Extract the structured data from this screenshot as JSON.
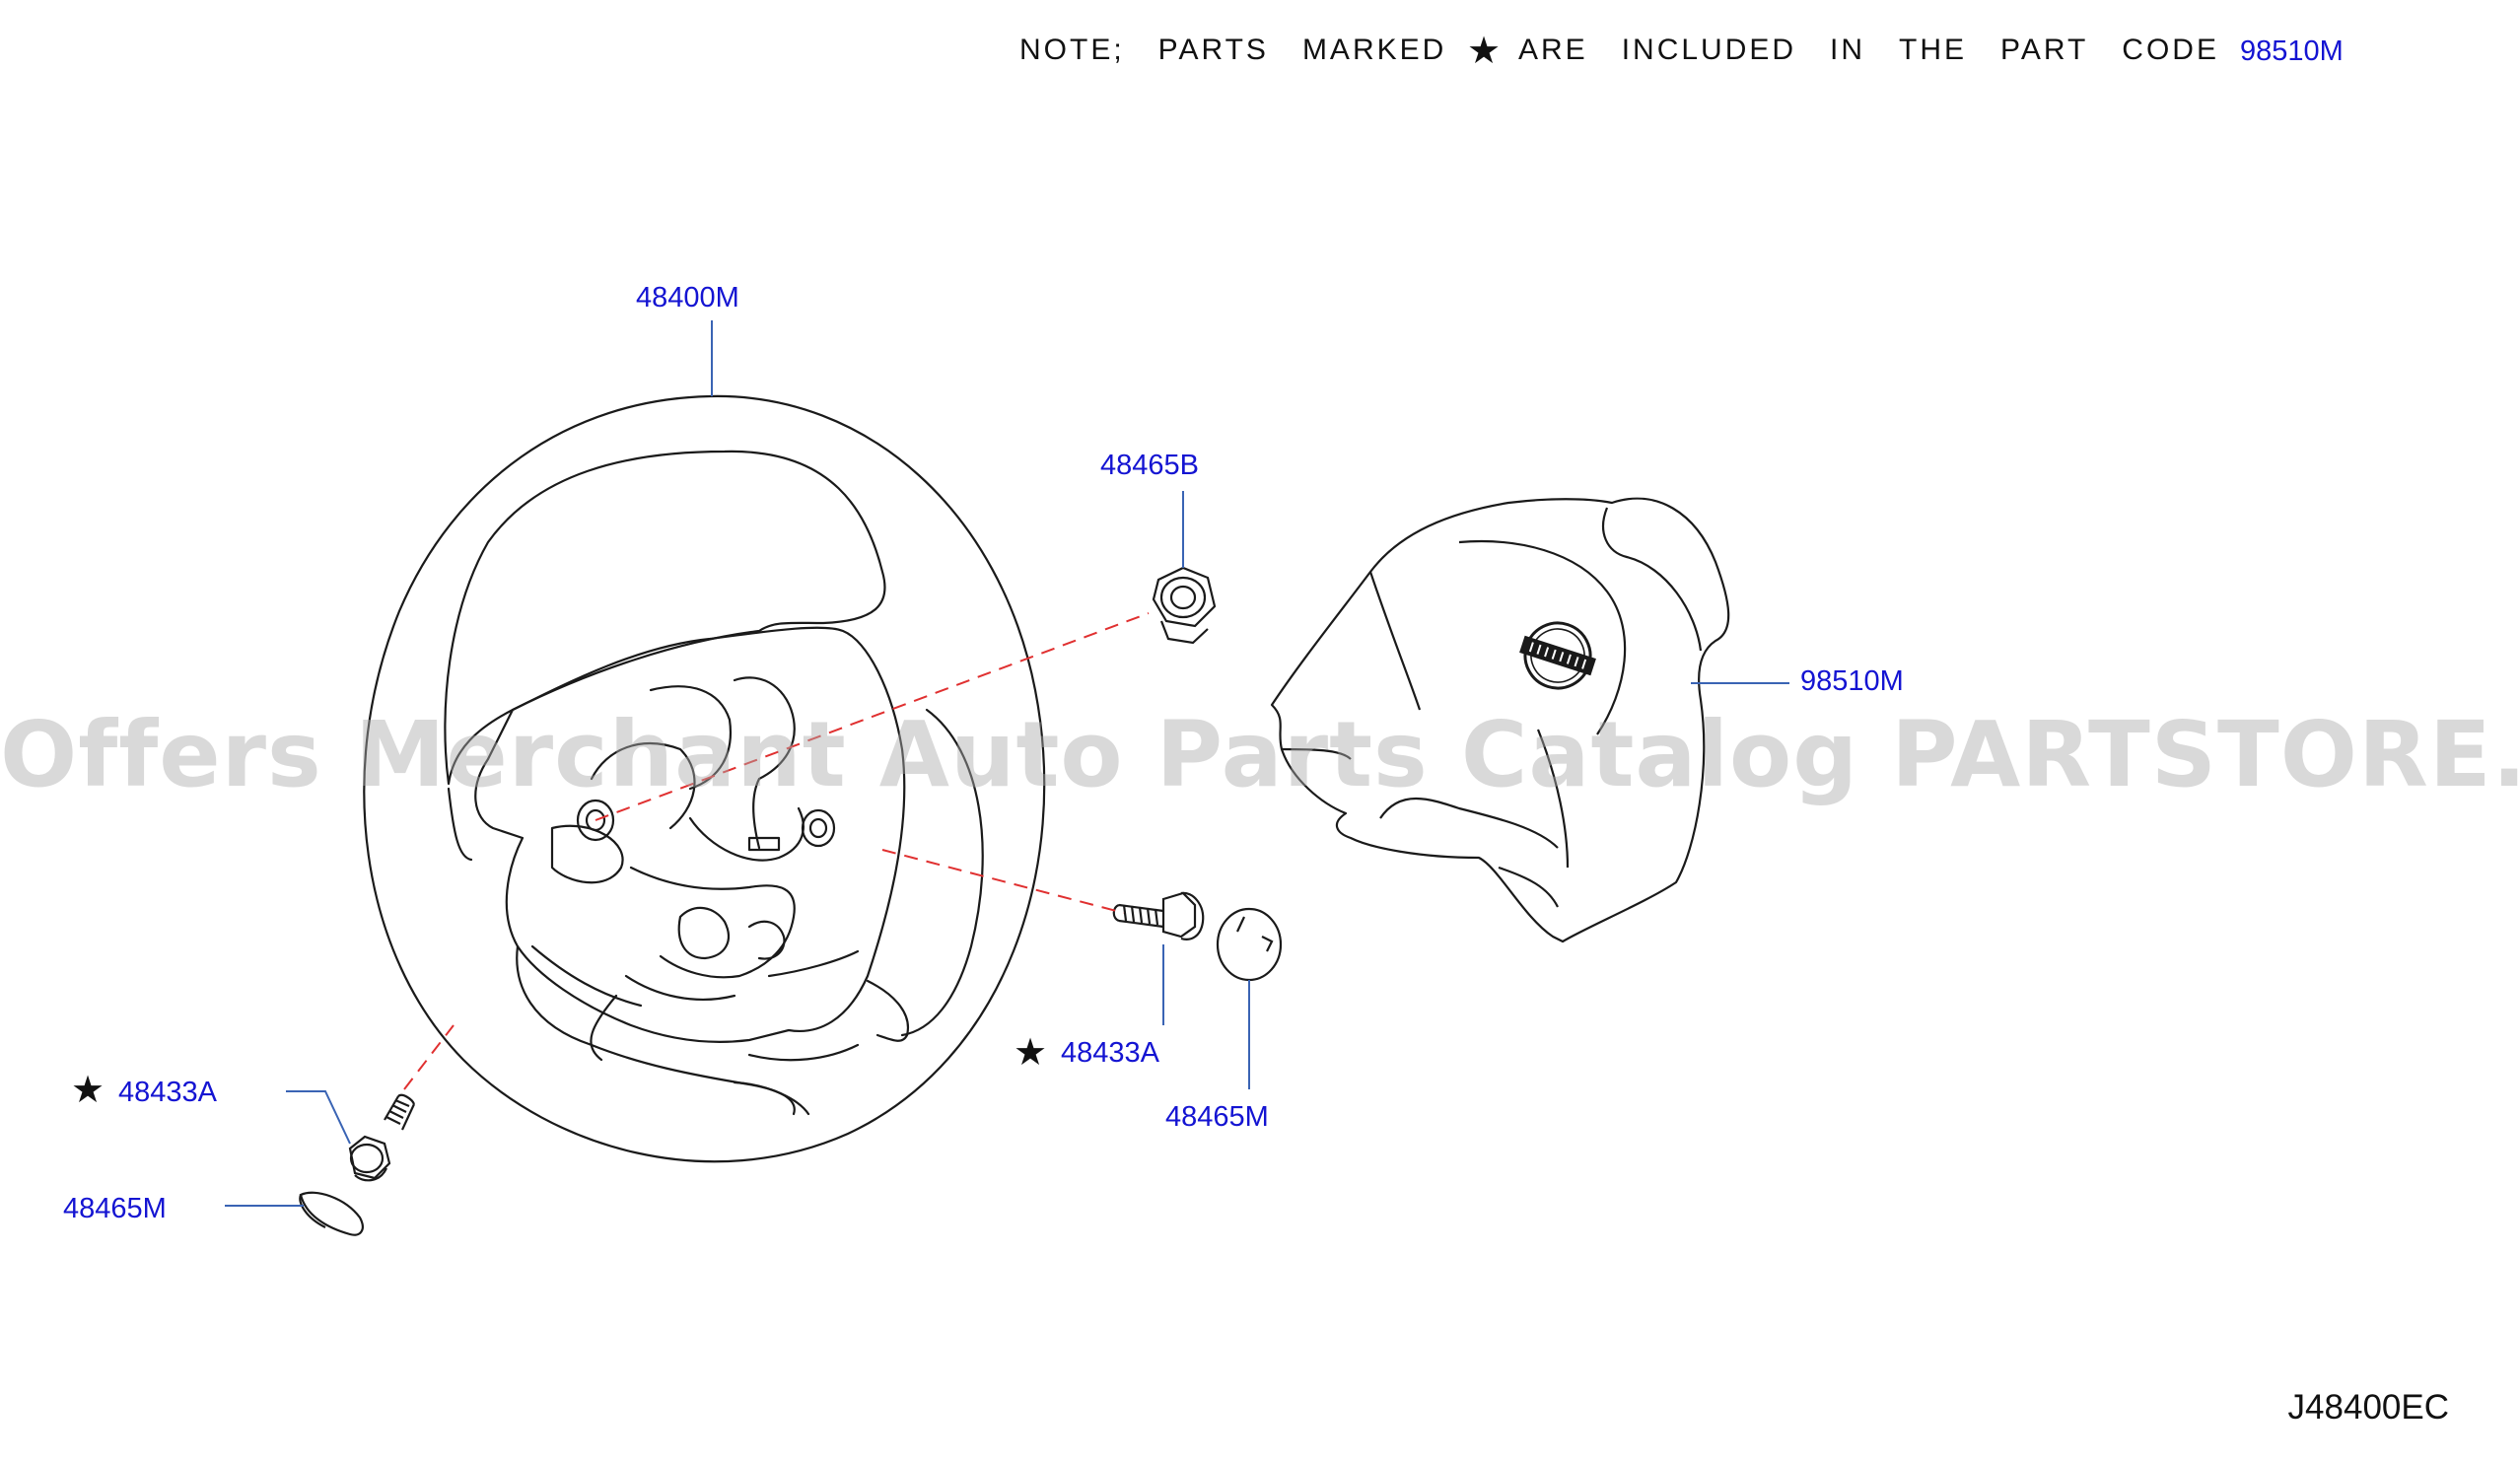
{
  "note": {
    "words_before": [
      "NOTE;",
      "PARTS",
      "MARKED"
    ],
    "words_after": [
      "ARE",
      "INCLUDED",
      "IN",
      "THE",
      "PART",
      "CODE"
    ],
    "code": "98510M"
  },
  "star_glyph": "★",
  "parts": {
    "steering_wheel": "48400M",
    "nut": "48465B",
    "airbag_module": "98510M",
    "bolt_right": "48433A",
    "cap_right": "48465M",
    "bolt_left": "48433A",
    "cap_left": "48465M"
  },
  "colors": {
    "label": "#1414d2",
    "leader": "#3a64b4",
    "dash": "#e03030",
    "line": "#1a1a1a"
  },
  "watermark": "Offers Merchant Auto Parts Catalog PARTSTORE.SA",
  "diagram_code": "J48400EC"
}
